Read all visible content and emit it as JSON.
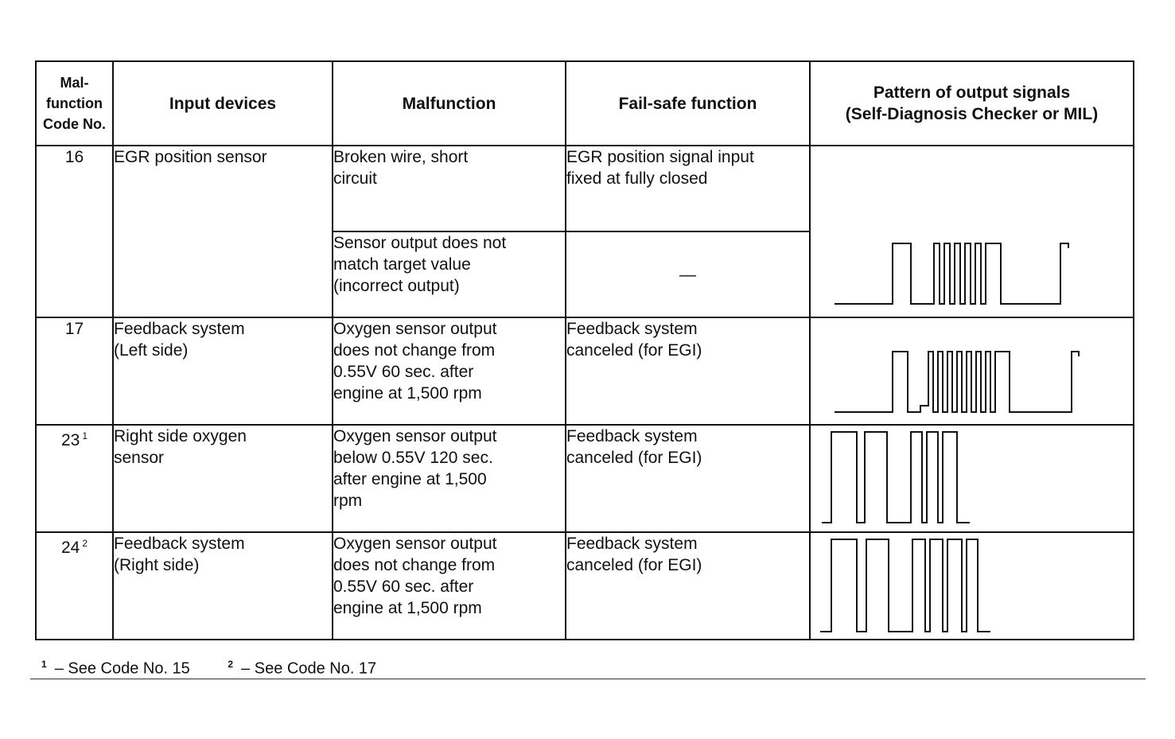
{
  "table": {
    "headers": {
      "code": [
        "Mal-",
        "function",
        "Code No."
      ],
      "input_devices": "Input devices",
      "malfunction": "Malfunction",
      "fail_safe": "Fail-safe function",
      "pattern": [
        "Pattern of output signals",
        "(Self-Diagnosis Checker or MIL)"
      ]
    },
    "rows": [
      {
        "code": "16",
        "code_mark": "",
        "input_device": "EGR position sensor",
        "sub_rows": [
          {
            "malfunction": [
              "Broken wire, short",
              "circuit"
            ],
            "fail_safe": [
              "EGR position signal input",
              "fixed at fully closed"
            ]
          },
          {
            "malfunction": [
              "Sensor output does not",
              "match target value",
              "(incorrect output)"
            ],
            "fail_safe": [
              "—"
            ]
          }
        ]
      },
      {
        "code": "17",
        "code_mark": "",
        "input_device": [
          "Feedback system",
          "(Left side)"
        ],
        "malfunction": [
          "Oxygen sensor output",
          "does not change from",
          "0.55V 60 sec. after",
          "engine at 1,500 rpm"
        ],
        "fail_safe": [
          "Feedback system",
          "canceled (for EGI)"
        ]
      },
      {
        "code": "23",
        "code_mark": "1",
        "input_device": [
          "Right side oxygen",
          "sensor"
        ],
        "malfunction": [
          "Oxygen sensor output",
          "below 0.55V 120 sec.",
          "after engine at 1,500",
          "rpm"
        ],
        "fail_safe": [
          "Feedback system",
          "canceled (for EGI)"
        ]
      },
      {
        "code": "24",
        "code_mark": "2",
        "input_device": [
          "Feedback system",
          "(Right side)"
        ],
        "malfunction": [
          "Oxygen sensor output",
          "does not change from",
          "0.55V 60 sec. after",
          "engine at 1,500 rpm"
        ],
        "fail_safe": [
          "Feedback system",
          "canceled (for EGI)"
        ]
      }
    ]
  },
  "footnotes": [
    {
      "mark": "1",
      "text": "– See Code No. 15"
    },
    {
      "mark": "2",
      "text": "– See Code No. 17"
    }
  ],
  "colors": {
    "ink": "#111111",
    "paper": "#ffffff"
  }
}
